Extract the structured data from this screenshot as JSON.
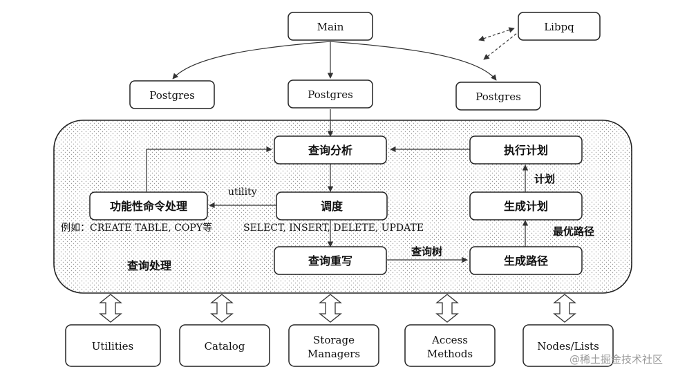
{
  "nodes": {
    "main": "Main",
    "libpq": "Libpq",
    "postgres_left": "Postgres",
    "postgres_center": "Postgres",
    "postgres_right": "Postgres",
    "query_analysis": "查询分析",
    "execute_plan": "执行计划",
    "utility_processing": "功能性命令处理",
    "dispatch": "调度",
    "generate_plan": "生成计划",
    "query_rewrite": "查询重写",
    "generate_path": "生成路径",
    "utilities": "Utilities",
    "catalog": "Catalog",
    "storage_managers": [
      "Storage",
      "Managers"
    ],
    "access_methods": [
      "Access",
      "Methods"
    ],
    "nodes_lists": "Nodes/Lists"
  },
  "labels": {
    "utility": "utility",
    "plan": "计划",
    "best_path": "最优路径",
    "query_tree": "查询树",
    "utility_examples": "例如：CREATE TABLE, COPY等",
    "dml_examples": "SELECT, INSERT, DELETE, UPDATE",
    "query_processing": "查询处理"
  },
  "watermark": "@稀土掘金技术社区"
}
